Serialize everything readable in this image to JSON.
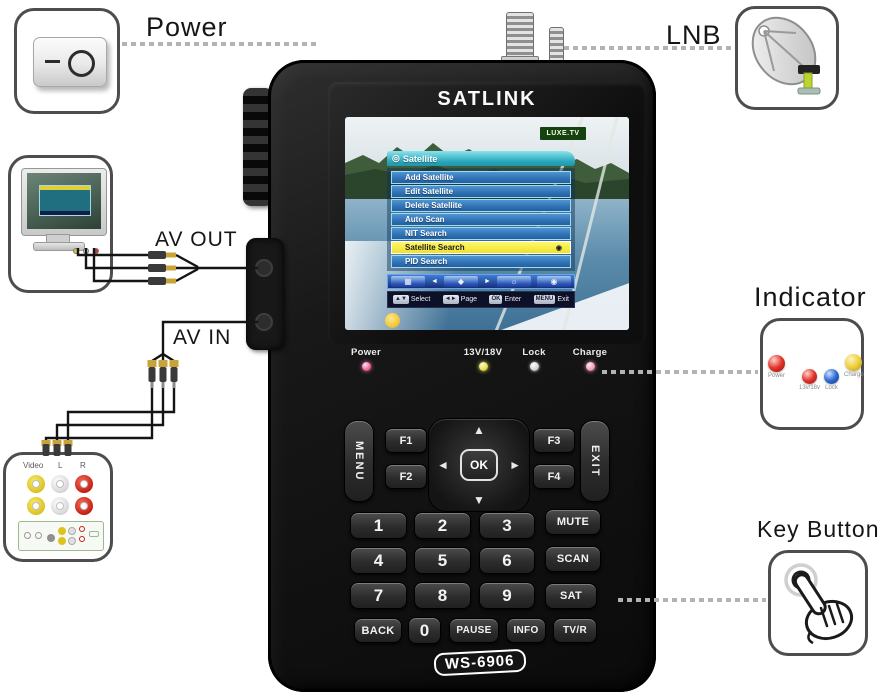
{
  "callouts": {
    "power": {
      "label": "Power"
    },
    "lnb": {
      "label": "LNB"
    },
    "av_out": {
      "label": "AV OUT"
    },
    "av_in": {
      "label": "AV IN"
    },
    "indicator": {
      "label": "Indicator",
      "leds": [
        {
          "name": "Power",
          "color": "#e2332a"
        },
        {
          "name": "13v/18v",
          "color": "#e2332a"
        },
        {
          "name": "Lock",
          "color": "#2e6bd4"
        },
        {
          "name": "Charge",
          "color": "#f0cf3e"
        }
      ]
    },
    "key_button": {
      "label": "Key Button"
    }
  },
  "rca_panel": {
    "jack_labels": [
      "Video",
      "L",
      "R"
    ]
  },
  "device": {
    "brand": "SATLINK",
    "model": "WS-6906",
    "screen": {
      "channel_logo": "LUXE.TV",
      "menu": {
        "title": "Satellite",
        "title_icon": "◎",
        "items": [
          {
            "label": "Add Satellite"
          },
          {
            "label": "Edit Satellite"
          },
          {
            "label": "Delete Satellite"
          },
          {
            "label": "Auto Scan"
          },
          {
            "label": "NIT Search"
          },
          {
            "label": "Satellite Search",
            "selected": true,
            "marker": "◉"
          },
          {
            "label": "PID Search"
          }
        ],
        "tabs": [
          {
            "name": "channel-list-icon",
            "glyph": "▦"
          },
          {
            "name": "satellite-gem-icon",
            "glyph": "◆"
          },
          {
            "name": "settings-icon",
            "glyph": "☼"
          },
          {
            "name": "tools-icon",
            "glyph": "◉"
          }
        ],
        "tab_arrows": {
          "left": "◄",
          "right": "►"
        },
        "hints": [
          {
            "key": "▲▼",
            "action": "Select"
          },
          {
            "key": "◄►",
            "action": "Page"
          },
          {
            "key": "OK",
            "action": "Enter"
          },
          {
            "key": "MENU",
            "action": "Exit"
          }
        ]
      }
    },
    "indicators": [
      {
        "label": "Power",
        "color": "#f06fa6"
      },
      {
        "label": "13V/18V",
        "color": "#e9e257"
      },
      {
        "label": "Lock",
        "color": "#d9d9d9"
      },
      {
        "label": "Charge",
        "color": "#f3a3c6"
      }
    ],
    "nav_keys": {
      "menu": "MENU",
      "exit": "EXIT",
      "f1": "F1",
      "f2": "F2",
      "f3": "F3",
      "f4": "F4",
      "ok": "OK",
      "up": "▲",
      "down": "▼",
      "left": "◄",
      "right": "►"
    },
    "keypad": {
      "rows": [
        [
          "1",
          "2",
          "3"
        ],
        [
          "4",
          "5",
          "6"
        ],
        [
          "7",
          "8",
          "9"
        ]
      ],
      "side": [
        "MUTE",
        "SCAN",
        "SAT"
      ],
      "bottom": [
        "BACK",
        "0",
        "PAUSE",
        "INFO",
        "TV/R"
      ]
    }
  }
}
